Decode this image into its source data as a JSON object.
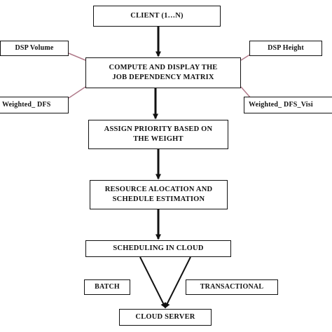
{
  "diagram": {
    "main_steps": {
      "client": "CLIENT (1…N)",
      "compute": "COMPUTE AND DISPLAY THE\nJOB DEPENDENCY MATRIX",
      "assign": "ASSIGN PRIORITY BASED ON\nTHE WEIGHT",
      "resource": "RESOURCE ALOCATION AND\nSCHEDULE ESTIMATION",
      "scheduling": "SCHEDULING IN CLOUD",
      "server": "CLOUD SERVER"
    },
    "inputs": {
      "dsp_volume": "DSP Volume",
      "weighted_dfs": "Weighted_ DFS",
      "dsp_height": "DSP Height",
      "weighted_dfs_vis": "Weighted_ DFS_Visi"
    },
    "modes": {
      "batch": "BATCH",
      "transactional": "TRANSACTIONAL"
    },
    "colors": {
      "stroke": "#111111",
      "input_connector": "#b07a8a"
    }
  }
}
